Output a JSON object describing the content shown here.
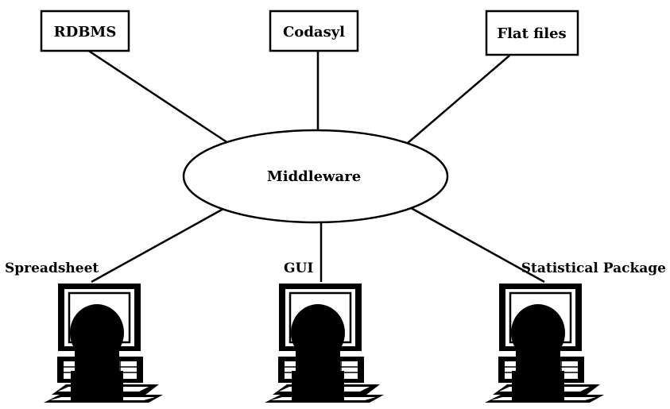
{
  "diagram": {
    "hub": {
      "label": "Middleware"
    },
    "sources": [
      {
        "id": "rdbms",
        "label": "RDBMS"
      },
      {
        "id": "codasyl",
        "label": "Codasyl"
      },
      {
        "id": "flat-files",
        "label": "Flat files"
      }
    ],
    "clients": [
      {
        "id": "spreadsheet",
        "label": "Spreadsheet"
      },
      {
        "id": "gui",
        "label": "GUI"
      },
      {
        "id": "statistical-package",
        "label": "Statistical Package"
      }
    ]
  }
}
